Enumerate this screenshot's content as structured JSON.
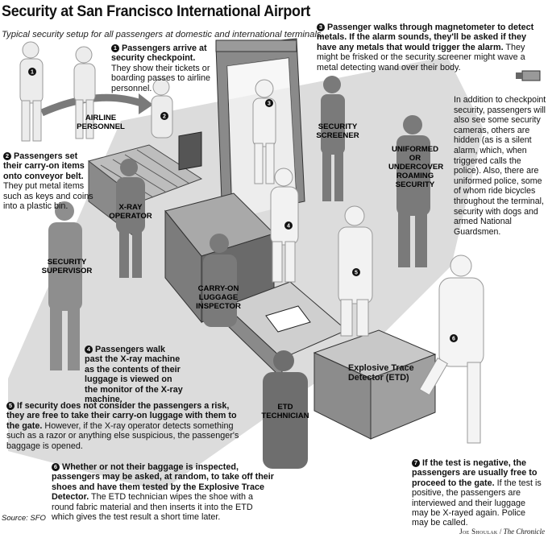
{
  "header": {
    "title": "Security at San Francisco International Airport",
    "subtitle": "Typical security setup for all passengers at domestic and international terminals."
  },
  "steps": [
    {
      "num": "1",
      "bold": "Passengers arrive at security checkpoint.",
      "text": " They show their tickets or boarding passes to airline personnel."
    },
    {
      "num": "2",
      "bold": "Passengers set their carry-on items onto conveyor belt.",
      "text": " They put metal items such as keys and coins into a plastic bin."
    },
    {
      "num": "3",
      "bold": "Passenger walks through magnetometer to detect metals. If the alarm sounds, they'll be asked if they have any metals that would trigger the alarm.",
      "text": " They might be frisked or the security screener might wave a metal detecting wand over their body."
    },
    {
      "num": "4",
      "bold": "Passengers walk past the X-ray machine as the contents of their luggage is viewed on the monitor of the X-ray machine.",
      "text": ""
    },
    {
      "num": "5",
      "bold": "If security does not consider the passengers a risk, they are free to take their carry-on luggage with them to the gate.",
      "text": " However, if the X-ray operator detects something such as a razor or anything else suspicious, the passenger's baggage is opened."
    },
    {
      "num": "6",
      "bold": "Whether or not their baggage is inspected, passengers may be asked, at random, to take off their shoes and have them tested by the Explosive Trace Detector.",
      "text": " The ETD technician wipes the shoe with a round fabric material and then inserts it into the ETD which gives the test result a short time later."
    },
    {
      "num": "7",
      "bold": "If the test is negative, the passengers are usually free to proceed to the gate.",
      "text": " If the test is positive, the passengers are interviewed and their luggage may be X-rayed again. Police may be called."
    }
  ],
  "side_note": "In addition to checkpoint security, passengers will also see some security cameras, others are hidden (as is a silent alarm, which, when triggered calls the police). Also, there are uniformed police, some of whom ride bicycles throughout the terminal, security with dogs and armed National Guardsmen.",
  "labels": {
    "airline": "AIRLINE PERSONNEL",
    "xray": "X-RAY OPERATOR",
    "screener": "SECURITY SCREENER",
    "roaming": "UNIFORMED OR UNDERCOVER ROAMING SECURITY",
    "supervisor": "SECURITY SUPERVISOR",
    "carryon": "CARRY-ON LUGGAGE INSPECTOR",
    "etd_tech": "ETD TECHNICIAN",
    "etd_machine": "Explosive Trace Detector (ETD)"
  },
  "figure_numbers": [
    "1",
    "2",
    "3",
    "4",
    "5",
    "6"
  ],
  "source": "Source: SFO",
  "credit": {
    "author": "Joe Shoulak",
    "sep": " / ",
    "publication": "The Chronicle"
  },
  "colors": {
    "figure_light": "#e6e6e6",
    "figure_mid": "#9a9a9a",
    "figure_dark": "#6f6f6f",
    "floor": "#d4d4d4",
    "equipment": "#808080"
  }
}
